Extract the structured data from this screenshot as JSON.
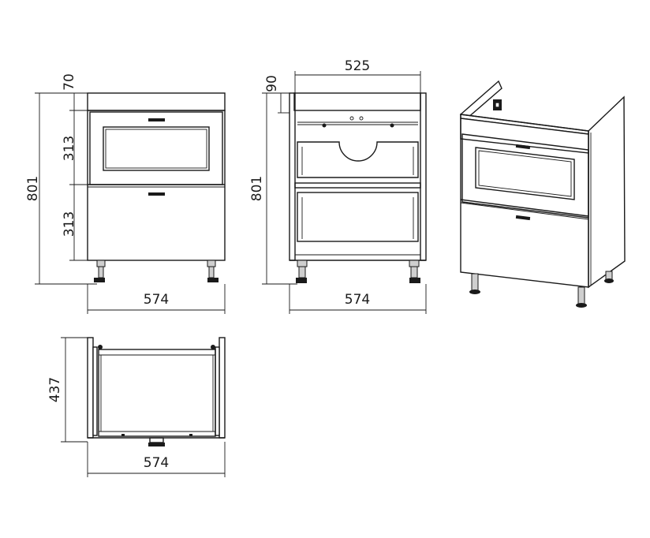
{
  "views": {
    "front": {
      "height_total": "801",
      "top_panel": "70",
      "drawer_upper": "313",
      "drawer_lower": "313",
      "width": "574"
    },
    "interior": {
      "top_panel": "90",
      "height_total": "801",
      "inner_width": "525",
      "width": "574"
    },
    "drawer_top_view": {
      "depth": "437",
      "width": "574"
    }
  },
  "colors": {
    "line": "#1a1a1a",
    "background": "#ffffff"
  }
}
